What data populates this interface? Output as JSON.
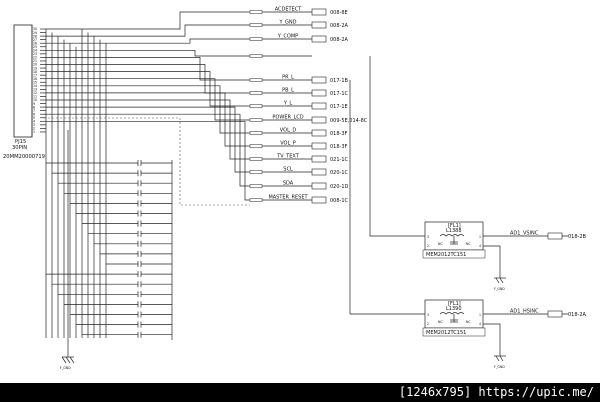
{
  "connector": {
    "ref": "PJ15",
    "value": "30PIN",
    "part": "20MM20000719",
    "pins": [
      "30",
      "29",
      "28",
      "27",
      "26",
      "25",
      "24",
      "23",
      "22",
      "21",
      "20",
      "19",
      "18",
      "17",
      "16",
      "15",
      "14",
      "13",
      "12",
      "11",
      "10",
      "9",
      "8",
      "7",
      "6",
      "5",
      "4",
      "3",
      "2",
      "1"
    ]
  },
  "nets": [
    {
      "name": "ACDETECT",
      "ref": "008-8E"
    },
    {
      "name": "Y_GND",
      "ref": "008-2A"
    },
    {
      "name": "Y_COMP",
      "ref": "008-2A"
    },
    {
      "name": "",
      "ref": ""
    },
    {
      "name": "PR_L",
      "ref": "017-1B"
    },
    {
      "name": "PB_L",
      "ref": "017-1C"
    },
    {
      "name": "Y_L",
      "ref": "017-1E"
    },
    {
      "name": "POWER_LCD",
      "ref": "009-5E,014-8C"
    },
    {
      "name": "VOL_D",
      "ref": "018-3F"
    },
    {
      "name": "VOL_P",
      "ref": "018-3F"
    },
    {
      "name": "TV_TEXT",
      "ref": "021-1C"
    },
    {
      "name": "SCL",
      "ref": "020-1C"
    },
    {
      "name": "SDA",
      "ref": "020-1D"
    },
    {
      "name": "MASTER_RESET",
      "ref": "008-1C"
    }
  ],
  "filters": [
    {
      "ref": "[FL1]",
      "part": "L1388",
      "nc_left": "NC",
      "nc_right": "NC",
      "model": "MEM2012TC151",
      "net": "AD1_VSINC",
      "out_ref": "018-2B",
      "gnd": "F_GND",
      "pins": [
        "3",
        "2",
        "1",
        "4"
      ]
    },
    {
      "ref": "[FL1]",
      "part": "L1390",
      "nc_left": "NC",
      "nc_right": "NC",
      "model": "MEM2012TC151",
      "net": "AD1_HSINC",
      "out_ref": "018-2A",
      "gnd": "F_GND",
      "pins": [
        "3",
        "2",
        "1",
        "4"
      ]
    }
  ],
  "gnd_main": "F_GND",
  "footer": "[1246x795] https://upic.me/"
}
